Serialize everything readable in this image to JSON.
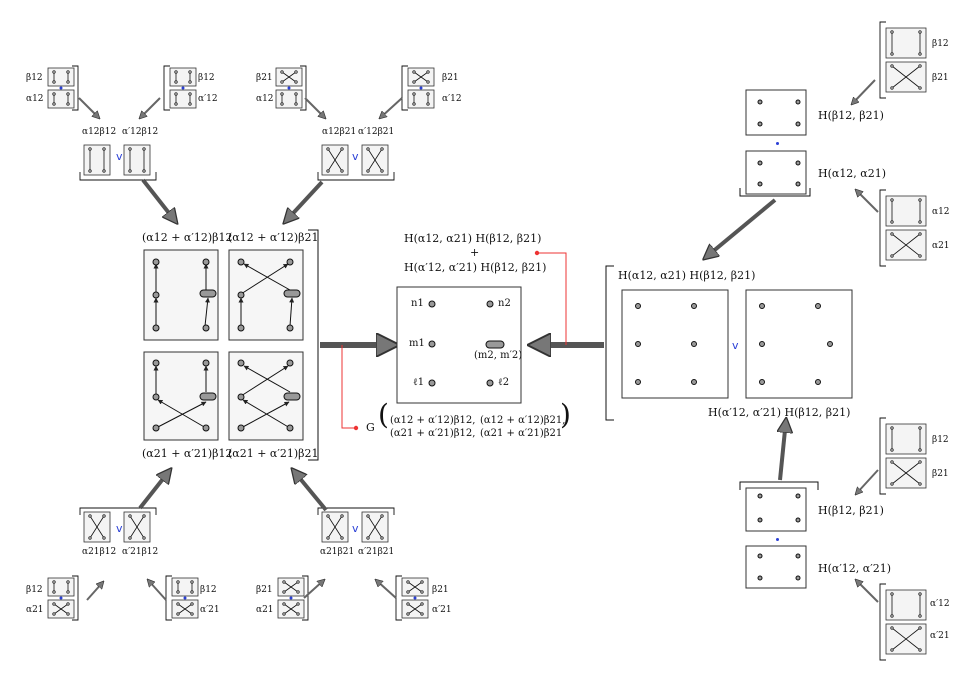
{
  "connective": {
    "or": "v",
    "plus": "+"
  },
  "left_cluster": {
    "top_labels": [
      "(α12 + α′12)β12",
      "(α12 + α′12)β21"
    ],
    "bottom_labels": [
      "(α21 + α′21)β12",
      "(α21 + α′21)β21"
    ],
    "top_left_pair": {
      "left": "α12β12",
      "right": "α′12β12"
    },
    "top_right_pair": {
      "left": "α12β21",
      "right": "α′12β21"
    },
    "bottom_left_pair": {
      "left": "α21β12",
      "right": "α′21β12"
    },
    "bottom_right_pair": {
      "left": "α21β21",
      "right": "α′21β21"
    },
    "tl_small_a": {
      "top": "β12",
      "bottom": "α12"
    },
    "tl_small_b": {
      "top": "β12",
      "bottom": "α′12"
    },
    "tr_small_a": {
      "top": "β21",
      "bottom": "α12"
    },
    "tr_small_b": {
      "top": "β21",
      "bottom": "α′12"
    },
    "bl_small_a": {
      "top": "β12",
      "bottom": "α21"
    },
    "bl_small_b": {
      "top": "β12",
      "bottom": "α′21"
    },
    "br_small_a": {
      "top": "β21",
      "bottom": "α21"
    },
    "br_small_b": {
      "top": "β21",
      "bottom": "α′21"
    }
  },
  "center": {
    "top_expr_line1": "H(α12, α21) H(β12, β21)",
    "top_expr_line2": "H(α′12, α′21) H(β12, β21)",
    "node_n1": "n1",
    "node_n2": "n2",
    "node_m1": "m1",
    "node_m2": "(m2, m′2)",
    "node_l1": "ℓ1",
    "node_l2": "ℓ2",
    "g_label": "G",
    "g_row1_a": "(α12 + α′12)β12,",
    "g_row1_b": "(α12 + α′12)β21,",
    "g_row2_a": "(α21 + α′21)β12,",
    "g_row2_b": "(α21 + α′21)β21"
  },
  "right_cluster": {
    "big_top_label": "H(α12, α21) H(β12, β21)",
    "big_bottom_label": "H(α′12, α′21) H(β12, β21)",
    "upper_box1": "H(β12, β21)",
    "upper_box2": "H(α12, α21)",
    "lower_box1": "H(β12, β21)",
    "lower_box2": "H(α′12, α′21)",
    "far_a": {
      "top": "β12",
      "bottom": "β21"
    },
    "far_b": {
      "top": "α12",
      "bottom": "α21"
    },
    "far_c": {
      "top": "β12",
      "bottom": "β21"
    },
    "far_d": {
      "top": "α′12",
      "bottom": "α′21"
    }
  }
}
